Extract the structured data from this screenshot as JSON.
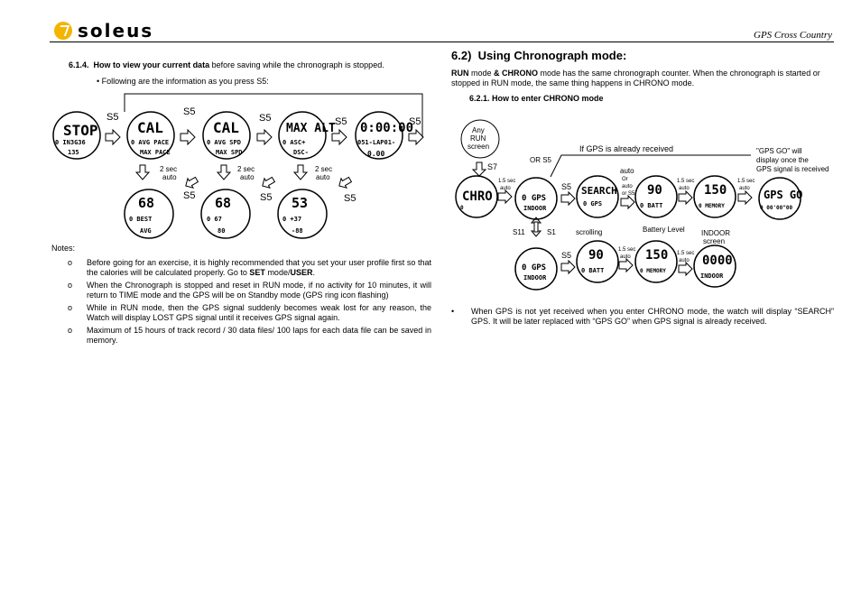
{
  "header": {
    "brand": "soleus",
    "section_title": "GPS Cross Country"
  },
  "left": {
    "heading_number": "6.1.4.",
    "heading_bold": "How to view your current data",
    "heading_rest": " before saving while the chronograph is stopped.",
    "bullet": "Following are the information as you press S5:",
    "diagram": {
      "press_labels": [
        "S5",
        "S5",
        "S5",
        "S5",
        "S5",
        "S5",
        "S5",
        "S5"
      ],
      "auto_labels": [
        "2 sec",
        "auto",
        "2 sec",
        "auto",
        "2 sec",
        "auto"
      ],
      "screens": [
        {
          "main": "STOP",
          "l1": "0 IN3G36",
          "l2": "135"
        },
        {
          "main": "CAL",
          "l1": "0 AVG PACE",
          "l2": "MAX PACE"
        },
        {
          "main": "CAL",
          "l1": "0 AVG SPD",
          "l2": "MAX SPD"
        },
        {
          "main": "MAX ALT",
          "l1": "0 ASC+",
          "l2": "DSC-"
        },
        {
          "main": "0:00:00",
          "l1": "051-LAP01-",
          "l2": "0.00"
        },
        {
          "main": "68",
          "l1": "0 BEST",
          "l2": "AVG"
        },
        {
          "main": "68",
          "l1": "0 67",
          "l2": "80"
        },
        {
          "main": "53",
          "l1": "0 +37",
          "l2": "-88"
        }
      ]
    },
    "notes_label": "Notes:",
    "notes": [
      {
        "pre": "Before going for an exercise, it is highly recommended that you set your user profile first so that the calories will be calculated properly. Go to ",
        "b1": "SET",
        "mid": " mode/",
        "b2": "USER",
        "post": "."
      },
      {
        "text": "When the Chronograph is stopped and reset in RUN mode, if no activity for 10 minutes, it will return to TIME mode and the GPS will be on Standby mode (GPS ring icon flashing)"
      },
      {
        "text": "While in RUN mode, then the GPS signal suddenly becomes weak lost for any reason, the Watch will display LOST GPS signal until it receives GPS signal again."
      },
      {
        "text": "Maximum of 15 hours of track record / 30 data files/ 100 laps for each data file can be saved in memory."
      }
    ]
  },
  "right": {
    "section_number": "6.2)",
    "section_title": "Using Chronograph mode:",
    "p_b1": "RUN",
    "p_t1": " mode ",
    "p_b2": "& CHRONO",
    "p_t2": " mode has the same chronograph counter. When the chronograph is started or stopped in RUN mode, the same thing happens in CHRONO mode.",
    "sub_heading": "6.2.1.  How to enter CHRONO mode",
    "diagram": {
      "any_run_line1": "Any",
      "any_run_line2": "RUN",
      "any_run_line3": "screen",
      "s7": "S7",
      "if_received": "If GPS is already received",
      "or_s5": "OR S5",
      "auto_top": "auto",
      "gps_go_line1": "\"GPS GO\" will",
      "gps_go_line2": "display once the",
      "gps_go_line3": "GPS signal is received",
      "s5_a": "S5",
      "s5_b": "S5",
      "sec15": "1.5 sec",
      "auto": "auto",
      "or": "Or",
      "or_s5_small": "or S5",
      "s11": "S11",
      "s1": "S1",
      "scrolling": "scrolling",
      "battery_level": "Battery Level",
      "indoor_line1": "INDOOR",
      "indoor_line2": "screen",
      "screens": [
        {
          "main": "CHRO",
          "l1": "0"
        },
        {
          "main": "0 GPS",
          "l1": "INDOOR"
        },
        {
          "main": "SEARCH",
          "l1": "0 GPS"
        },
        {
          "main": "90",
          "l1": "0 BATT"
        },
        {
          "main": "150",
          "l1": "0 MEMORY"
        },
        {
          "main": "GPS GO",
          "l1": "0 00'00\"00"
        },
        {
          "main": "0 GPS",
          "l1": "INDOOR"
        },
        {
          "main": "90",
          "l1": "0 BATT"
        },
        {
          "main": "150",
          "l1": "0 MEMORY"
        },
        {
          "main": "0000",
          "l1": "INDOOR"
        }
      ]
    },
    "bullet": "When GPS is not yet received when you enter CHRONO mode, the watch will display “SEARCH” GPS. It will be later replaced with “GPS GO” when GPS signal is already received."
  }
}
